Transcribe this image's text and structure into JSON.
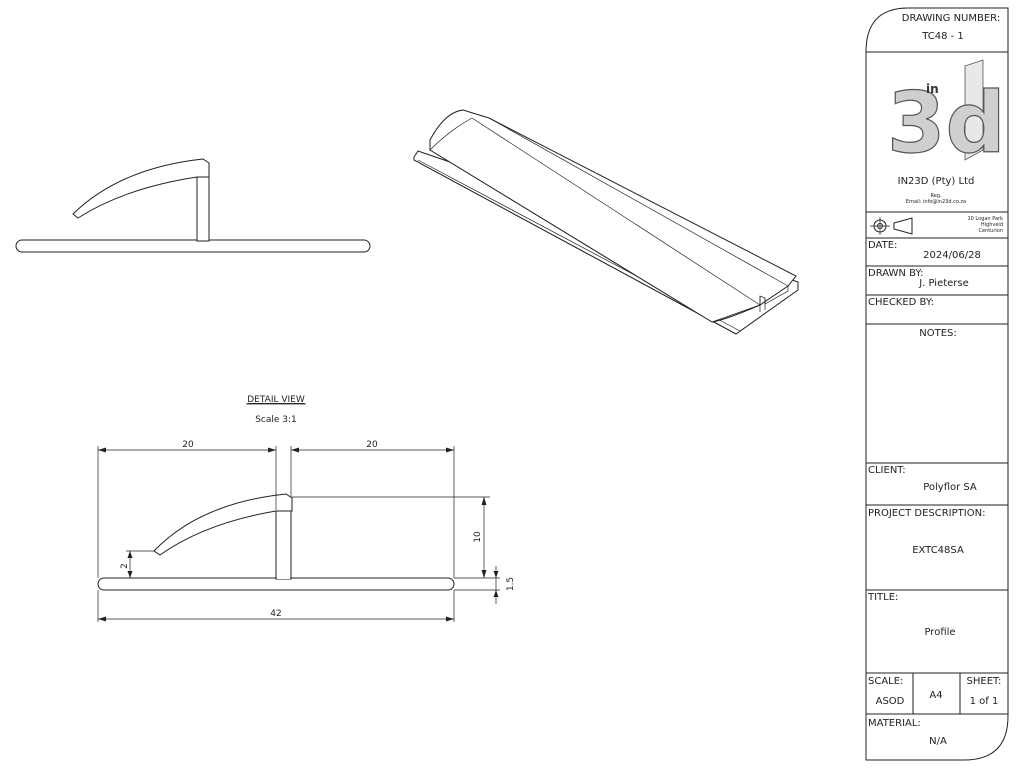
{
  "title_block": {
    "drawing_number_label": "DRAWING NUMBER:",
    "drawing_number": "TC48 - 1",
    "logo_text": "3d",
    "logo_superscript": "in",
    "company": "IN23D (Pty) Ltd",
    "company_reg": "Reg.",
    "company_email": "Email: info@in23d.co.za",
    "address_line1": "10 Logan Park",
    "address_line2": "Highveld",
    "address_line3": "Centurion",
    "date_label": "DATE:",
    "date": "2024/06/28",
    "drawn_by_label": "DRAWN BY:",
    "drawn_by": "J. Pieterse",
    "checked_by_label": "CHECKED BY:",
    "checked_by": "",
    "notes_label": "NOTES:",
    "client_label": "CLIENT:",
    "client": "Polyflor SA",
    "project_label": "PROJECT DESCRIPTION:",
    "project": "EXTC48SA",
    "title_label": "TITLE:",
    "title": "Profile",
    "scale_label": "SCALE:",
    "scale": "ASOD",
    "paper": "A4",
    "sheet_label": "SHEET:",
    "sheet": "1 of 1",
    "material_label": "MATERIAL:",
    "material": "N/A"
  },
  "detail_view": {
    "title": "DETAIL VIEW",
    "scale": "Scale 3:1",
    "dim_left_width": "20",
    "dim_right_width": "20",
    "dim_height": "10",
    "dim_lip": "2",
    "dim_thickness": "1.5",
    "dim_total": "42"
  },
  "colors": {
    "line": "#222222",
    "logo_face": "#c8c8c8",
    "logo_edge": "#555555"
  }
}
